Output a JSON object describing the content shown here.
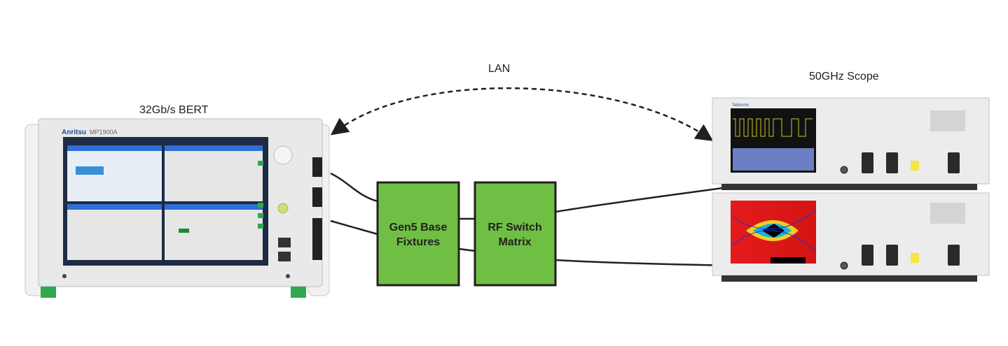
{
  "labels": {
    "lan": "LAN",
    "bert": "32Gb/s BERT",
    "scope": "50GHz Scope"
  },
  "boxes": [
    {
      "line1": "Gen5 Base",
      "line2": "Fixtures"
    },
    {
      "line1": "RF Switch",
      "line2": "Matrix"
    }
  ],
  "devices": {
    "bert_brand": "Anritsu",
    "bert_model": "MP1900A",
    "scope_brand": "Tektronix"
  },
  "colors": {
    "box_fill": "#6fbf44",
    "line": "#231f20",
    "accent_blue": "#2f6fd6"
  }
}
